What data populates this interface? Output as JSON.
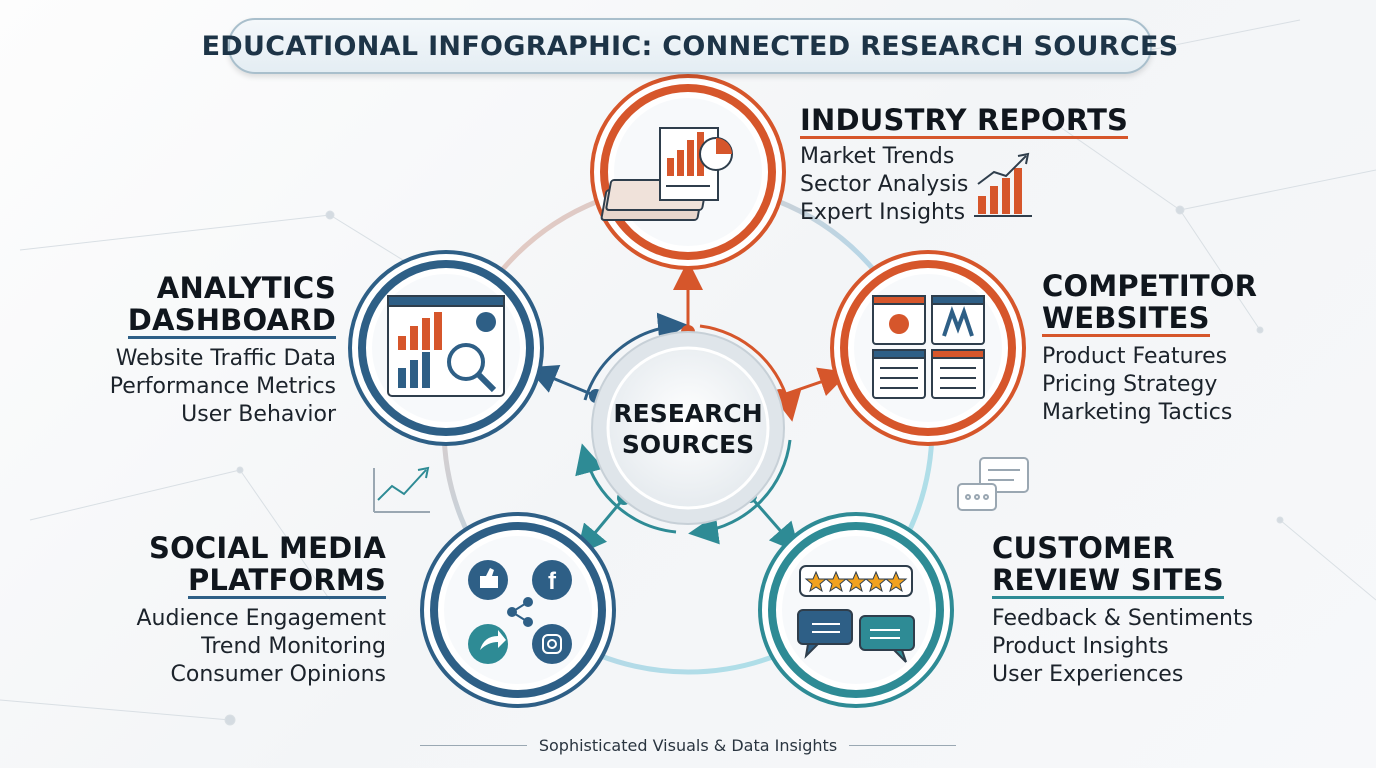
{
  "title": "EDUCATIONAL INFOGRAPHIC: CONNECTED RESEARCH SOURCES",
  "center": {
    "line1": "RESEARCH",
    "line2": "SOURCES"
  },
  "nodes": {
    "industry": {
      "heading": "INDUSTRY REPORTS",
      "items": [
        "Market Trends",
        "Sector Analysis",
        "Expert Insights"
      ],
      "color": "#d6562b"
    },
    "competitor": {
      "heading1": "COMPETITOR",
      "heading2": "WEBSITES",
      "items": [
        "Product Features",
        "Pricing Strategy",
        "Marketing Tactics"
      ],
      "color": "#d6562b"
    },
    "analytics": {
      "heading1": "ANALYTICS",
      "heading2": "DASHBOARD",
      "items": [
        "Website Traffic Data",
        "Performance Metrics",
        "User Behavior"
      ],
      "color": "#2e5f86"
    },
    "social": {
      "heading1": "SOCIAL MEDIA",
      "heading2": "PLATFORMS",
      "items": [
        "Audience Engagement",
        "Trend Monitoring",
        "Consumer Opinions"
      ],
      "color": "#2e5f86"
    },
    "reviews": {
      "heading1": "CUSTOMER",
      "heading2": "REVIEW SITES",
      "items": [
        "Feedback & Sentiments",
        "Product Insights",
        "User Experiences"
      ],
      "color": "#2e8b95"
    }
  },
  "footer": "Sophisticated Visuals & Data Insights",
  "icons": [
    "stacked-report-icon",
    "browser-windows-icon",
    "dashboard-magnifier-icon",
    "social-network-icon",
    "review-bubbles-icon",
    "trend-chart-icon",
    "chat-bubbles-icon",
    "growth-chart-icon"
  ]
}
